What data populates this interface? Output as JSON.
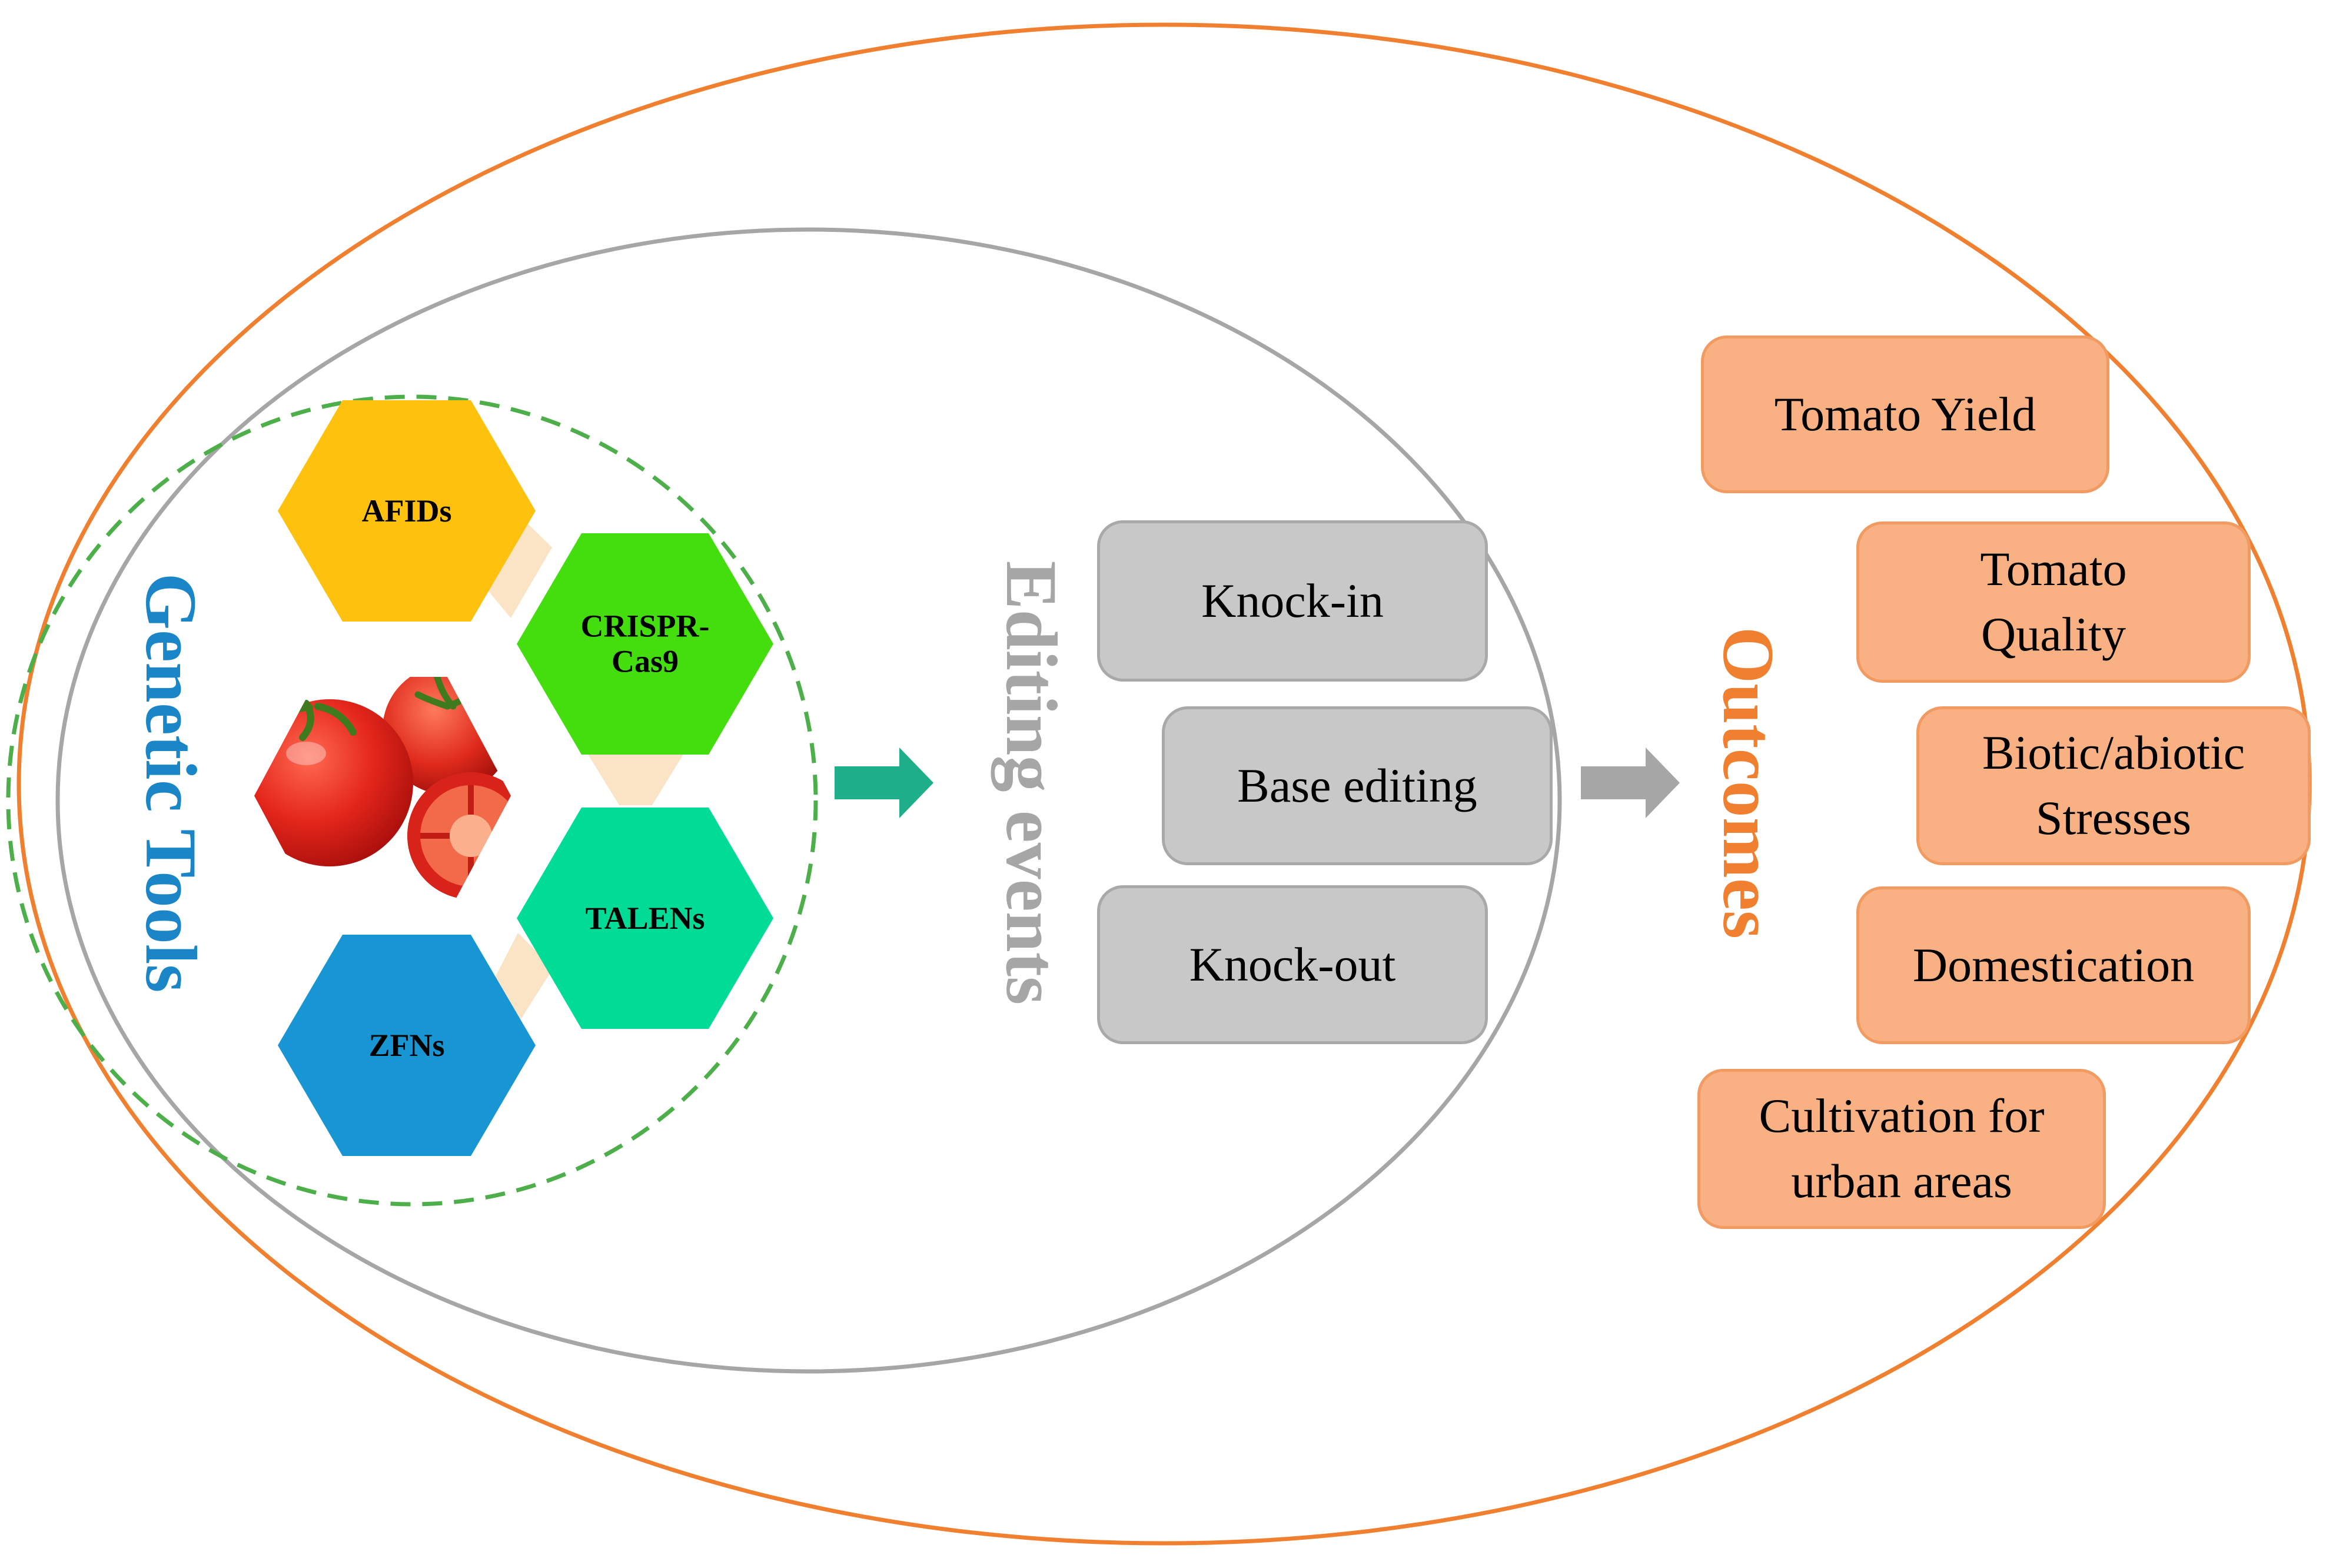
{
  "colors": {
    "outer_ellipse": "#f0802f",
    "inner_ellipse": "#a6a6a6",
    "dashed_circle": "#4daf4a",
    "genetic_tools": "#1a86c8",
    "editing_events": "#a6a6a6",
    "outcomes": "#f0802f",
    "afids": "#fdc10e",
    "crispr": "#44dd0e",
    "talens": "#00dc95",
    "zfns": "#1896d4",
    "connector": "#fbe3c6",
    "green_arrow": "#1fae8a",
    "gray_arrow": "#a6a6a6",
    "event_box": "#c8c8c8",
    "outcome_box": "#f9b082"
  },
  "genetic_tools": {
    "title": "Genetic Tools",
    "image": "tomato-photo",
    "tools": [
      {
        "id": "afids",
        "label": "AFIDs"
      },
      {
        "id": "crispr",
        "label": "CRISPR-\nCas9"
      },
      {
        "id": "talens",
        "label": "TALENs"
      },
      {
        "id": "zfns",
        "label": "ZFNs"
      }
    ]
  },
  "editing_events": {
    "title": "Editing events",
    "events": [
      {
        "id": "knock-in",
        "label": "Knock-in"
      },
      {
        "id": "base-editing",
        "label": "Base editing"
      },
      {
        "id": "knock-out",
        "label": "Knock-out"
      }
    ]
  },
  "outcomes": {
    "title": "Outcomes",
    "items": [
      {
        "id": "tomato-yield",
        "label": "Tomato Yield"
      },
      {
        "id": "tomato-quality",
        "label": "Tomato\nQuality"
      },
      {
        "id": "stresses",
        "label": "Biotic/abiotic\nStresses"
      },
      {
        "id": "domestication",
        "label": "Domestication"
      },
      {
        "id": "urban",
        "label": "Cultivation for\nurban areas"
      }
    ]
  },
  "arrows": [
    {
      "id": "tools-to-events",
      "icon": "right-arrow-icon"
    },
    {
      "id": "events-to-outcomes",
      "icon": "right-arrow-icon"
    }
  ]
}
